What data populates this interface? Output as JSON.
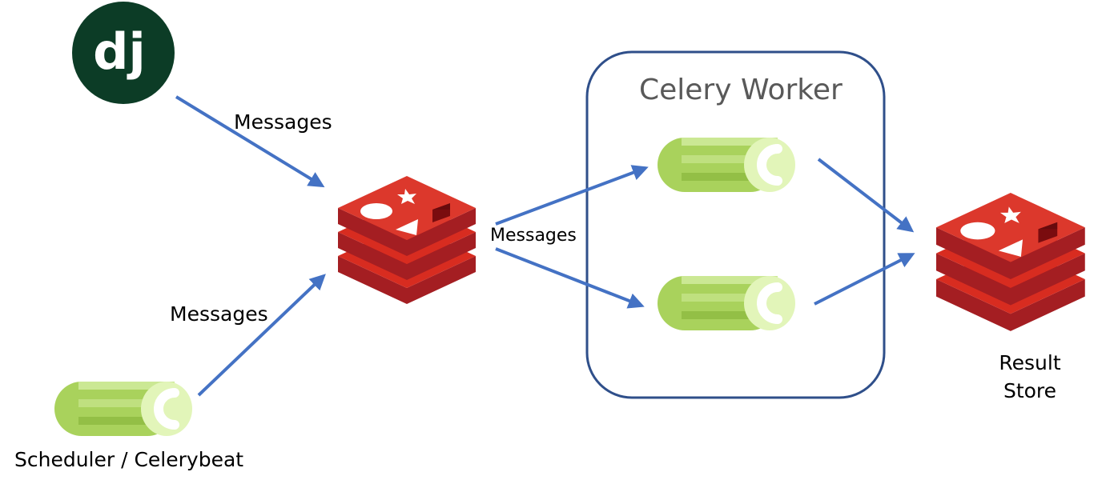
{
  "django_logo": {
    "text": "dj",
    "color": "#0c3c26"
  },
  "messages_labels": {
    "top": "Messages",
    "middle": "Messages",
    "bottom": "Messages"
  },
  "scheduler_label": "Scheduler / Celerybeat",
  "worker_box": {
    "title": "Celery Worker",
    "border_color": "#2f4f8a"
  },
  "result_store": {
    "line1": "Result",
    "line2": "Store"
  },
  "colors": {
    "arrow": "#4472c4",
    "redis_red": "#c6202a",
    "celery_green": "#a9d25c",
    "celery_light": "#e2f5b9"
  },
  "icons": {
    "broker": "redis-icon",
    "result_store": "redis-icon",
    "scheduler": "celery-icon",
    "workers": "celery-icon",
    "source": "django-icon"
  }
}
